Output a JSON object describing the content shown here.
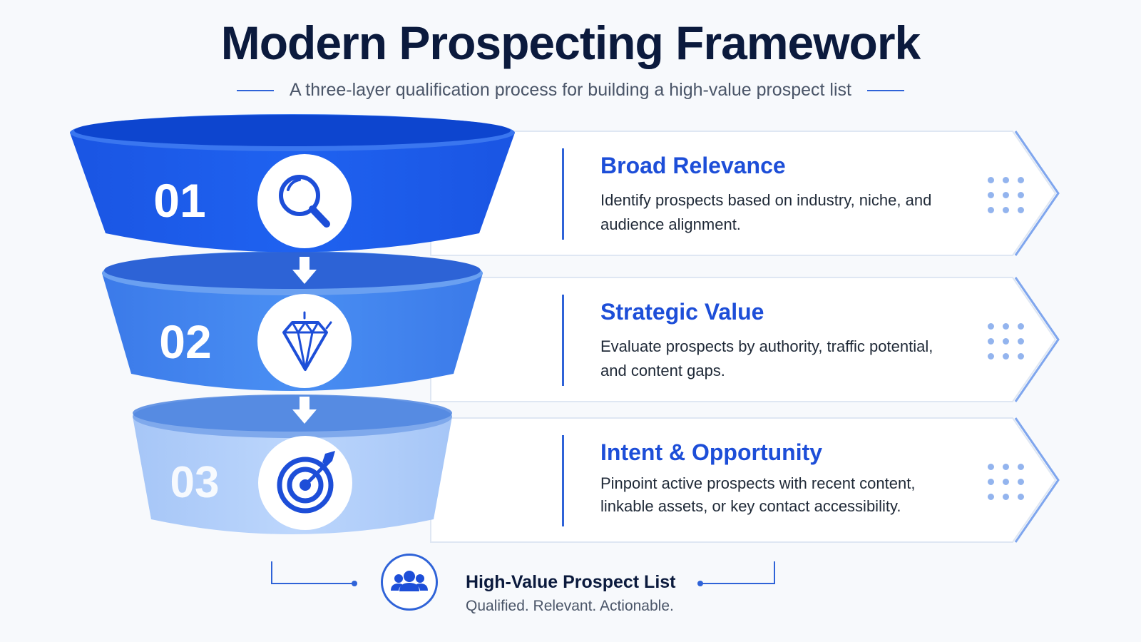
{
  "header": {
    "title": "Modern Prospecting Framework",
    "subtitle": "A three-layer qualification process for building a high-value prospect list"
  },
  "colors": {
    "layer1": "#1c5ae8",
    "layer2": "#4287f0",
    "layer3": "#b3d0fb",
    "accent": "#1d4ed8",
    "title": "#0b1a3d"
  },
  "stages": [
    {
      "number": "01",
      "icon": "magnifying-glass-icon",
      "title": "Broad Relevance",
      "description": "Identify prospects based on industry, niche, and audience alignment."
    },
    {
      "number": "02",
      "icon": "diamond-icon",
      "title": "Strategic Value",
      "description": "Evaluate prospects by authority, traffic potential, and content gaps."
    },
    {
      "number": "03",
      "icon": "target-icon",
      "title": "Intent & Opportunity",
      "description": "Pinpoint active prospects with recent content, linkable assets, or key contact accessibility."
    }
  ],
  "result": {
    "icon": "users-group-icon",
    "title": "High-Value Prospect List",
    "subtitle": "Qualified. Relevant. Actionable."
  }
}
